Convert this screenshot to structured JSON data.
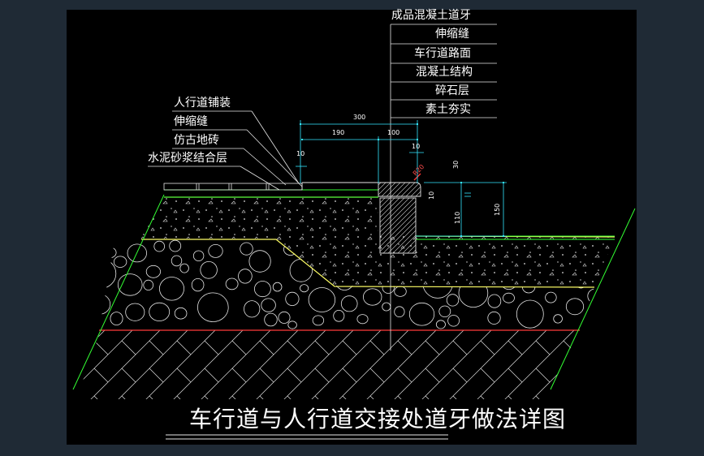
{
  "drawing": {
    "title": "车行道与人行道交接处道牙做法详图",
    "callouts_right": [
      "成品混凝土道牙",
      "伸缩缝",
      "车行道路面",
      "混凝土结构",
      "碎石层",
      "素土夯实"
    ],
    "callouts_left": [
      "人行道铺装",
      "伸缩缝",
      "仿古地砖",
      "水泥砂浆结合层"
    ],
    "dimensions": {
      "overall_width": "300",
      "width_a": "190",
      "width_b": "100",
      "gap_left": "10",
      "gap_right": "10",
      "height_30": "30",
      "height_10": "10",
      "height_110": "110",
      "height_150": "150",
      "radius": "R20"
    }
  }
}
